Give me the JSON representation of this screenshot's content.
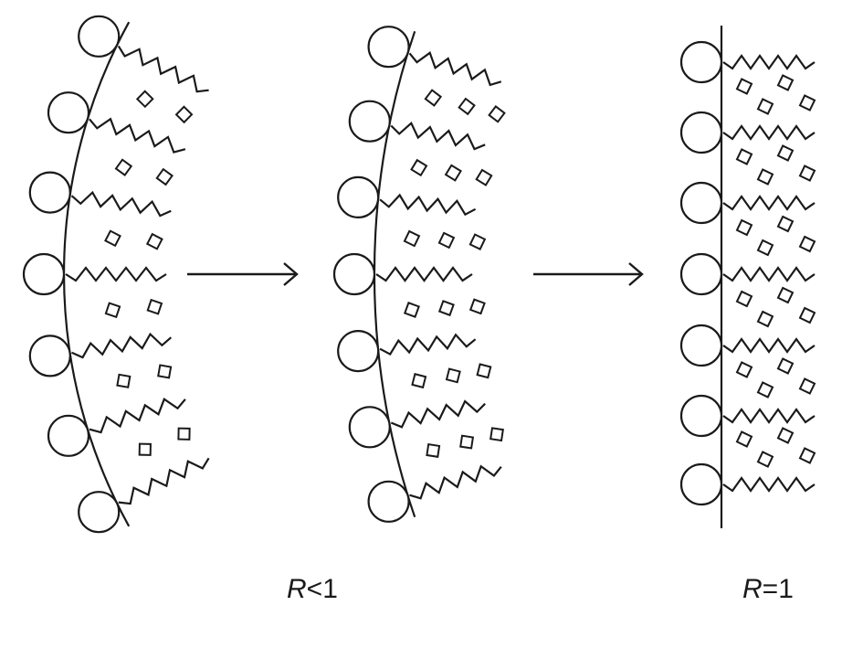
{
  "diagram": {
    "description_colors": {
      "ink": "#1a1a1a",
      "background": "#ffffff"
    },
    "panels": [
      {
        "id": "left",
        "label_var": "",
        "label_rest": ""
      },
      {
        "id": "middle",
        "label_var": "R",
        "label_rest": "<1"
      },
      {
        "id": "right",
        "label_var": "R",
        "label_rest": "=1"
      }
    ]
  }
}
